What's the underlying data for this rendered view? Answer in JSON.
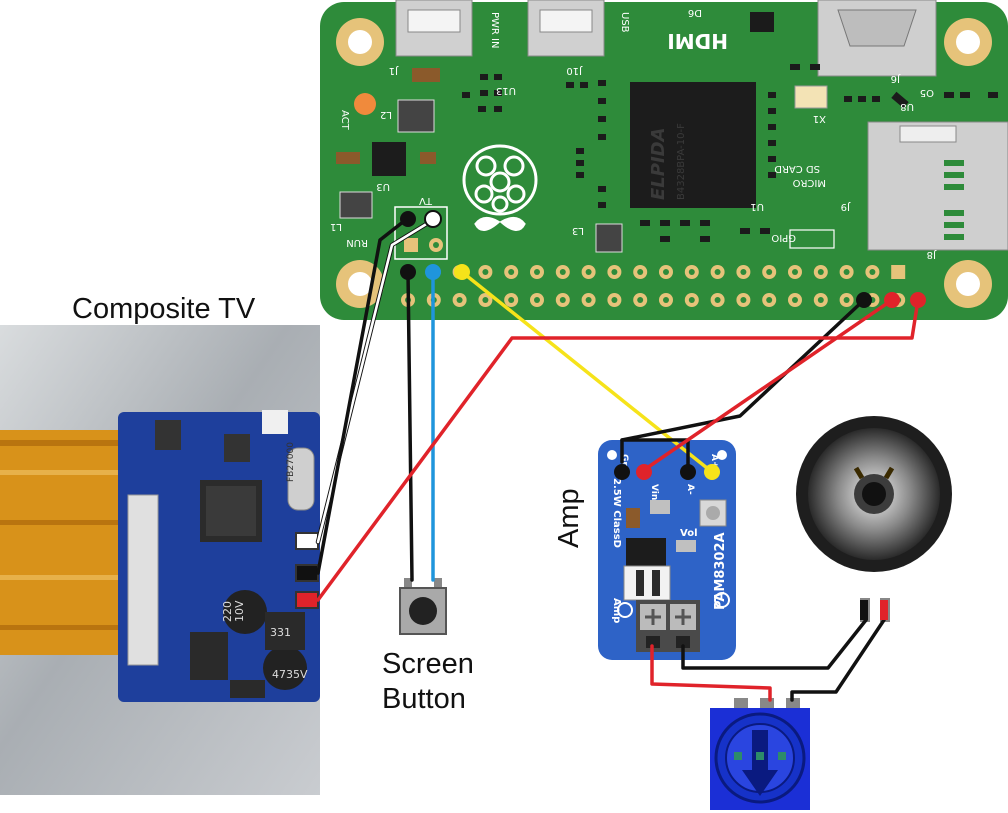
{
  "labels": {
    "composite_tv": "Composite TV",
    "screen_button_line1": "Screen",
    "screen_button_line2": "Button",
    "amp": "Amp"
  },
  "pi_zero": {
    "pwr_in": "PWR IN",
    "usb": "USB",
    "hdmi": "HDMI",
    "micro_sd_card_line1": "MICRO",
    "micro_sd_card_line2": "SD CARD",
    "gpio": "GPIO",
    "act": "ACT",
    "tv": "TV",
    "run": "RUN",
    "chip_brand": "ELPIDA",
    "chip_part": "B4328BPA-10-F",
    "refs": [
      "J1",
      "J10",
      "D6",
      "J6",
      "U13",
      "L2",
      "X1",
      "U8",
      "O5",
      "U3",
      "L1",
      "J9",
      "U1",
      "L3",
      "J8"
    ]
  },
  "amp_board": {
    "title": "PAM8302A",
    "desc": "2.5W ClassD",
    "amp_word": "Amp",
    "vol": "Vol",
    "pins": [
      "Gnd",
      "Vin",
      "A-",
      "A+"
    ]
  },
  "tv_board": {
    "crystal": "FB27000",
    "cap1_line1": "220",
    "cap1_line2": "10V",
    "cap2_line1": "47",
    "cap2_line2": "35V",
    "inductor": "331"
  },
  "colors": {
    "pcb_green": "#2e8b3a",
    "wire_red": "#e0232a",
    "wire_black": "#111111",
    "wire_white": "#ffffff",
    "wire_blue": "#1f95dc",
    "wire_yellow": "#f6e31a",
    "amp_blue": "#2e63c7"
  }
}
